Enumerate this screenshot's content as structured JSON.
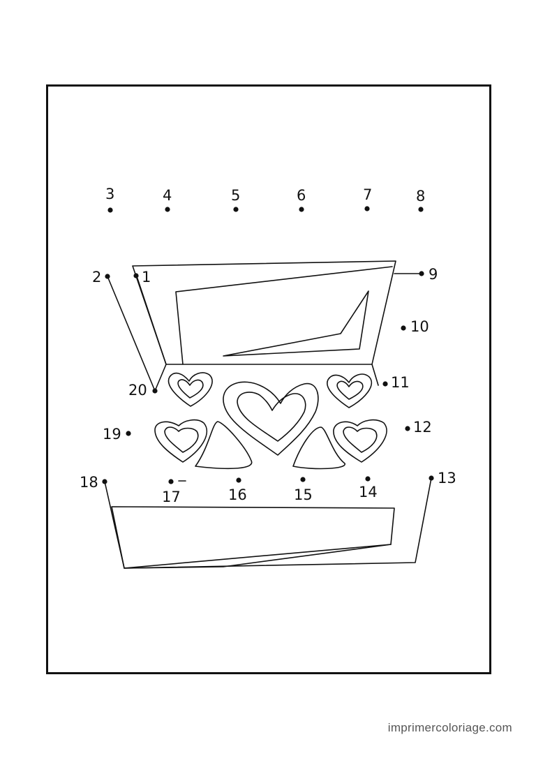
{
  "dots": [
    "1",
    "2",
    "3",
    "4",
    "5",
    "6",
    "7",
    "8",
    "9",
    "10",
    "11",
    "12",
    "13",
    "14",
    "15",
    "16",
    "17",
    "18",
    "19",
    "20"
  ],
  "footer": {
    "credit": "imprimercoloriage.com"
  },
  "colors": {
    "ink": "#111111",
    "credit": "#555555",
    "paper": "#ffffff"
  }
}
